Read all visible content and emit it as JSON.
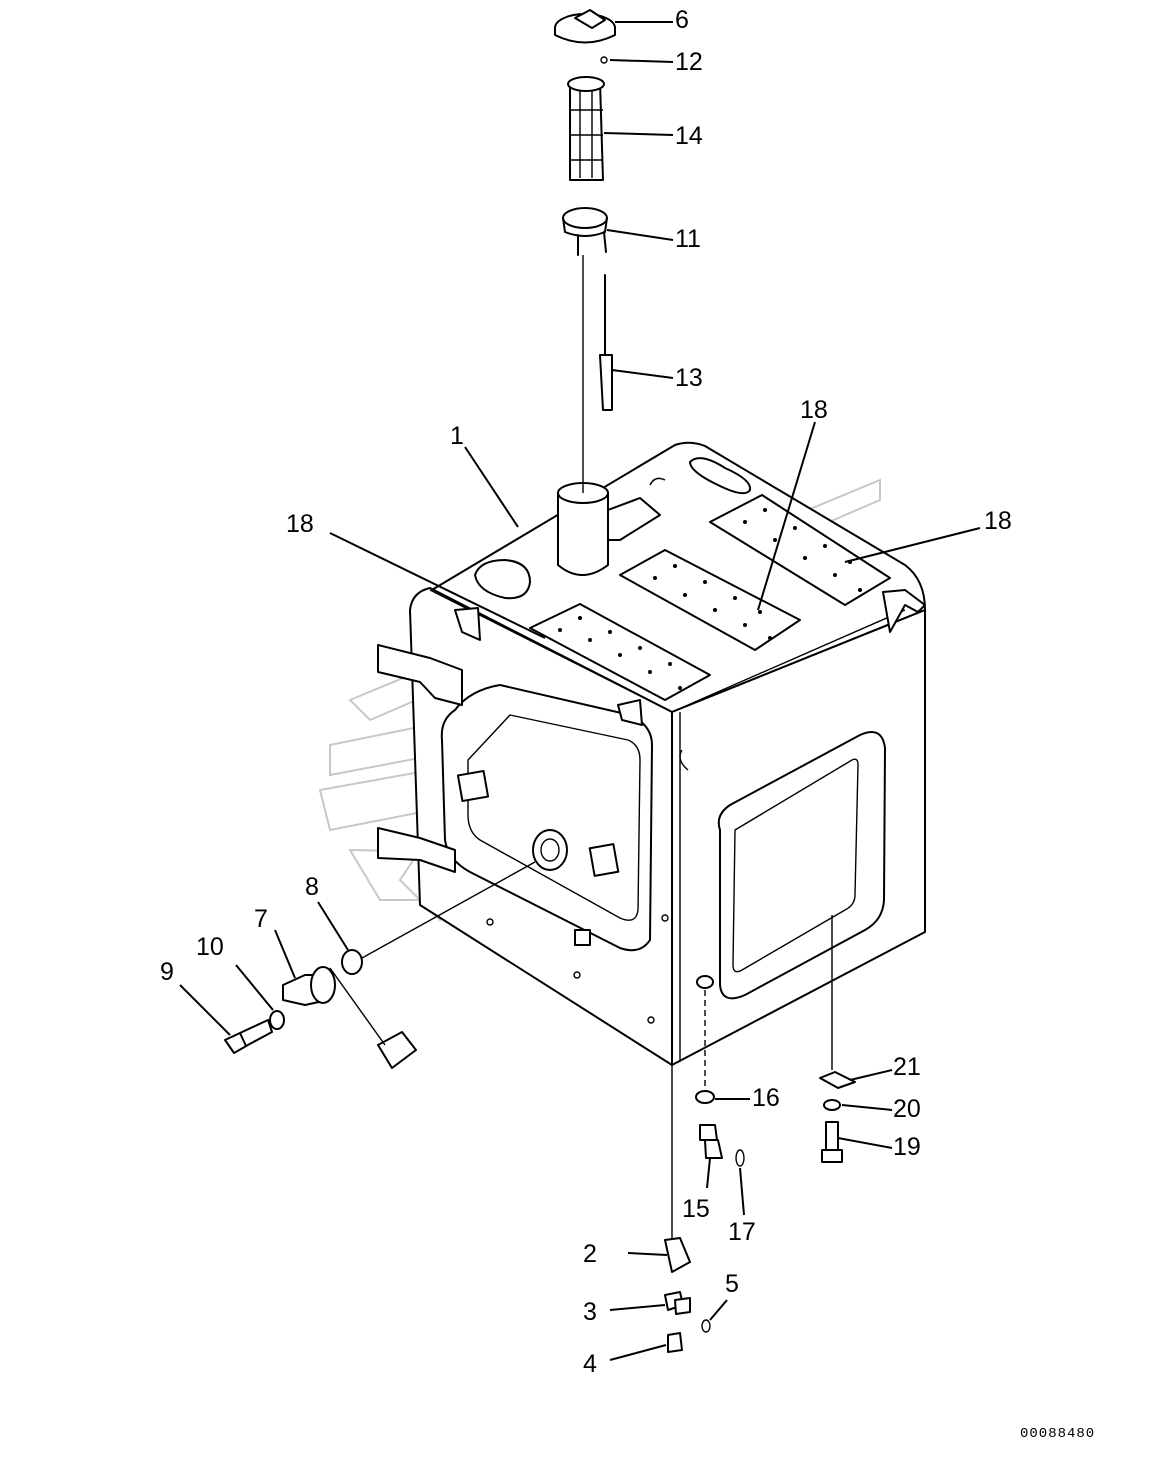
{
  "diagram": {
    "callouts": [
      {
        "id": "c1",
        "text": "1"
      },
      {
        "id": "c2",
        "text": "2"
      },
      {
        "id": "c3",
        "text": "3"
      },
      {
        "id": "c4",
        "text": "4"
      },
      {
        "id": "c5",
        "text": "5"
      },
      {
        "id": "c6",
        "text": "6"
      },
      {
        "id": "c7",
        "text": "7"
      },
      {
        "id": "c8",
        "text": "8"
      },
      {
        "id": "c9",
        "text": "9"
      },
      {
        "id": "c10",
        "text": "10"
      },
      {
        "id": "c11",
        "text": "11"
      },
      {
        "id": "c12",
        "text": "12"
      },
      {
        "id": "c13",
        "text": "13"
      },
      {
        "id": "c14",
        "text": "14"
      },
      {
        "id": "c15",
        "text": "15"
      },
      {
        "id": "c16",
        "text": "16"
      },
      {
        "id": "c17",
        "text": "17"
      },
      {
        "id": "c18a",
        "text": "18"
      },
      {
        "id": "c18b",
        "text": "18"
      },
      {
        "id": "c18c",
        "text": "18"
      },
      {
        "id": "c19",
        "text": "19"
      },
      {
        "id": "c20",
        "text": "20"
      },
      {
        "id": "c21",
        "text": "21"
      }
    ],
    "document_number": "00088480",
    "colors": {
      "line": "#000000",
      "background": "#ffffff",
      "watermark": "#c8c8c8"
    }
  }
}
